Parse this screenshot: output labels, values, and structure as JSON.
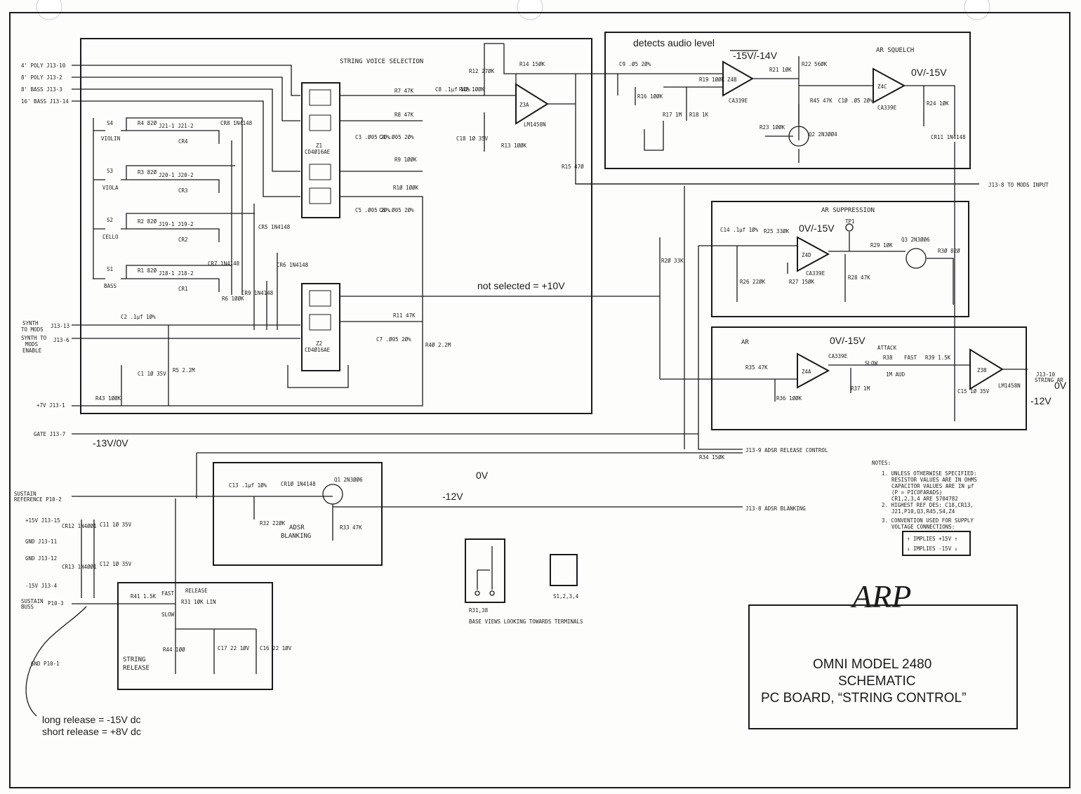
{
  "title": {
    "line1": "OMNI MODEL 2480",
    "line2": "SCHEMATIC",
    "line3": "PC BOARD, “STRING CONTROL”",
    "logo": "ARP"
  },
  "blocks": {
    "voice": "STRING VOICE SELECTION",
    "squelch": "AR SQUELCH",
    "suppression": "AR SUPPRESSION",
    "ar": "AR",
    "adsr1": "ADSR",
    "adsr2": "BLANKING",
    "release1": "STRING",
    "release2": "RELEASE",
    "release_top": "RELEASE"
  },
  "inputs": {
    "poly4": "4' POLY  J13-10",
    "poly8": "8' POLY  J13-2",
    "bass8": "8' BASS  J13-3",
    "bass16": "16' BASS J13-14",
    "synth1": "SYNTH",
    "synth2": "TO MODS",
    "synth_pin": "J13-13",
    "enable1": "SYNTH TO",
    "enable2": "MODS",
    "enable3": "ENABLE",
    "enable_pin": "J13-6",
    "v7": "+7V  J13-1",
    "gate": "GATE  J13-7",
    "sustain_ref1": "SUSTAIN",
    "sustain_ref2": "REFERENCE  P10-2",
    "p15": "+15V   J13-15",
    "gnd1": "GND    J13-11",
    "gnd2": "GND    J13-12",
    "m15": "-15V   J13-4",
    "sustain_bus1": "SUSTAIN",
    "sustain_bus2": "BUSS",
    "sustain_bus_pin": "P10-3",
    "gnd3": "GND  P10-1"
  },
  "outputs": {
    "mods": "J13-8  TO MODS INPUT",
    "string_ar1": "J13-10",
    "string_ar2": "STRING AR",
    "release_ctl": "J13-9  ADSR RELEASE CONTROL",
    "blanking": "J13-8  ADSR BLANKING"
  },
  "annotations": {
    "detects": "detects audio level",
    "squelch_in": "-15V/-14V",
    "squelch_out": "0V/-15V",
    "suppr": "0V/-15V",
    "ar": "0V/-15V",
    "not_selected": "not selected = +10V",
    "gate": "-13V/0V",
    "blank_0": "0V",
    "blank_12": "-12V",
    "out_0": "0V",
    "out_12": "-12V",
    "long": "long release = -15V dc",
    "short": "short release = +8V dc"
  },
  "components": {
    "s4": "S4",
    "violin": "VIOLIN",
    "s3": "S3",
    "viola": "VIOLA",
    "s2": "S2",
    "cello": "CELLO",
    "s1": "S1",
    "bass": "BASS",
    "r4": "R4 82Ø",
    "r3": "R3 82Ø",
    "r2": "R2 82Ø",
    "r1": "R1 82Ø",
    "j21": "J21-1   J21-2",
    "j20": "J20-1   J20-2",
    "j19": "J19-1   J19-2",
    "j18": "J18-1   J18-2",
    "cr4": "CR4",
    "cr3": "CR3",
    "cr2": "CR2",
    "cr1": "CR1",
    "cr8": "CR8 1N4148",
    "cr5": "CR5 1N4148",
    "cr7": "CR7 1N4148",
    "cr6": "CR6 1N4148",
    "cr9": "CR9 1N4148",
    "r6": "R6 1ØØK",
    "z1": "Z1",
    "z1p": "CD4Ø16AE",
    "z2": "Z2",
    "z2p": "CD4Ø16AE",
    "r7": "R7 47K",
    "r8": "R8 47K",
    "r9": "R9 1ØØK",
    "r10": "R1Ø 1ØØK",
    "r11": "R11 47K",
    "c3": "C3 .Ø05 2Ø%",
    "c4": "C4 .Ø05 2Ø%",
    "c5": "C5 .Ø05 2Ø%",
    "c6": "C6 .Ø05 2Ø%",
    "c7": "C7 .Ø05 2Ø%",
    "c2": "C2 .1µf 1Ø%",
    "c1": "C1 1Ø 35V",
    "r5": "R5 2.2M",
    "r40": "R4Ø 2.2M",
    "r43": "R43 1ØØK",
    "c8": "C8 .1µf 1Ø%",
    "r42": "R42 1ØØK",
    "r12": "R12 27ØK",
    "r14": "R14 15ØK",
    "z3a": "Z3A",
    "lm1": "LM1458N",
    "c18": "C18 1Ø 35V",
    "r13": "R13 1ØØK",
    "r15": "R15 47Ø",
    "c9": "C9 .Ø5 2Ø%",
    "r16": "R16 1ØØK",
    "r17": "R17 1M",
    "r18": "R18 1K",
    "r19": "R19 1ØØK",
    "z4b": "Z4B",
    "ca1": "CA339E",
    "r21": "R21 1ØK",
    "r22": "R22 56ØK",
    "r45": "R45 47K",
    "c10": "C1Ø .Ø5 2Ø%",
    "z4c": "Z4C",
    "ca2": "CA339E",
    "r24": "R24 1ØK",
    "cr11": "CR11 1N4148",
    "r23": "R23 1ØØK",
    "q2": "Q2 2N3ØØ4",
    "c14": "C14 .1µf 1Ø%",
    "r25": "R25 33ØK",
    "r26": "R26 22ØK",
    "z4d": "Z4D",
    "ca3": "CA339E",
    "r27": "R27 15ØK",
    "r28": "R28 47K",
    "tp1": "TP1",
    "r29": "R29 1ØK",
    "q3": "Q3 2N3ØØ6",
    "r30": "R3Ø 82Ø",
    "r20": "R2Ø 33K",
    "r35": "R35 47K",
    "r36": "R36 1ØØK",
    "z4a": "Z4A",
    "ca4": "CA339E",
    "r37": "R37 1M",
    "attack": "ATTACK",
    "slow": "SLOW",
    "fast": "FAST",
    "r38": "R38",
    "r38v": "1M AUD",
    "r39": "R39 1.5K",
    "z3b": "Z3B",
    "lm2": "LM1458N",
    "c15": "C15 1Ø 35V",
    "r34": "R34 15ØK",
    "c13": "C13 .1µf 1Ø%",
    "cr10": "CR1Ø 1N4148",
    "q1": "Q1 2N3ØØ6",
    "r32": "R32 22ØK",
    "r33": "R33 47K",
    "cr12": "CR12 1N4ØØ1",
    "c11": "C11 1Ø 35V",
    "cr13": "CR13 1N4ØØ1",
    "c12": "C12 1Ø 35V",
    "r41": "R41 1.5K",
    "rfast": "FAST",
    "rslow": "SLOW",
    "r31": "R31 1ØK LIN",
    "r44": "R44 1ØØ",
    "c17": "C17 22 1ØV",
    "c16": "C16 22 1ØV",
    "pot_label": "R31,38",
    "sw_label": "S1,2,3,4",
    "base_views": "BASE VIEWS LOOKING TOWARDS TERMINALS"
  },
  "notes": {
    "head": "NOTES:",
    "n1a": "1. UNLESS OTHERWISE SPECIFIED:",
    "n1b": "RESISTOR VALUES ARE IN OHMS",
    "n1c": "CAPACITOR VALUES ARE IN µf",
    "n1d": "(P = PICOFARADS)",
    "n1e": "CR1,2,3,4 ARE 5704782",
    "n2a": "2. HIGHEST REF DES: C18,CR13,",
    "n2b": "J21,P10,Q3,R45,S4,Z4",
    "n3a": "3. CONVENTION USED FOR SUPPLY",
    "n3b": "VOLTAGE CONNECTIONS:",
    "plus": "↑ IMPLIES +15V ↑",
    "minus": "↓ IMPLIES -15V ↓"
  }
}
